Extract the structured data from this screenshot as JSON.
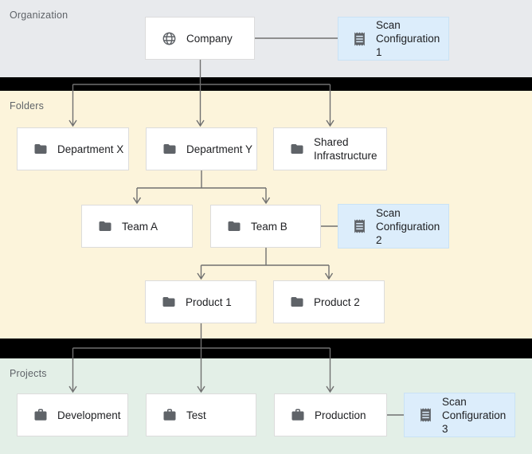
{
  "sections": {
    "organization": {
      "label": "Organization"
    },
    "folders": {
      "label": "Folders"
    },
    "projects": {
      "label": "Projects"
    }
  },
  "nodes": {
    "company": {
      "label": "Company",
      "icon": "globe-icon"
    },
    "scan_configuration_1": {
      "label": "Scan Configuration 1",
      "icon": "receipt-icon"
    },
    "department_x": {
      "label": "Department X",
      "icon": "folder-icon"
    },
    "department_y": {
      "label": "Department Y",
      "icon": "folder-icon"
    },
    "shared_infrastructure": {
      "label": "Shared Infrastructure",
      "icon": "folder-icon"
    },
    "team_a": {
      "label": "Team A",
      "icon": "folder-icon"
    },
    "team_b": {
      "label": "Team B",
      "icon": "folder-icon"
    },
    "scan_configuration_2": {
      "label": "Scan Configuration 2",
      "icon": "receipt-icon"
    },
    "product_1": {
      "label": "Product 1",
      "icon": "folder-icon"
    },
    "product_2": {
      "label": "Product 2",
      "icon": "folder-icon"
    },
    "development": {
      "label": "Development",
      "icon": "briefcase-icon"
    },
    "test": {
      "label": "Test",
      "icon": "briefcase-icon"
    },
    "production": {
      "label": "Production",
      "icon": "briefcase-icon"
    },
    "scan_configuration_3": {
      "label": "Scan Configuration 3",
      "icon": "receipt-icon"
    }
  },
  "edges": [
    {
      "from": "company",
      "to": "department_x",
      "arrow": true
    },
    {
      "from": "company",
      "to": "department_y",
      "arrow": true
    },
    {
      "from": "company",
      "to": "shared_infrastructure",
      "arrow": true
    },
    {
      "from": "company",
      "to": "scan_configuration_1",
      "arrow": false
    },
    {
      "from": "department_y",
      "to": "team_a",
      "arrow": true
    },
    {
      "from": "department_y",
      "to": "team_b",
      "arrow": true
    },
    {
      "from": "team_b",
      "to": "scan_configuration_2",
      "arrow": false
    },
    {
      "from": "team_b",
      "to": "product_1",
      "arrow": true
    },
    {
      "from": "team_b",
      "to": "product_2",
      "arrow": true
    },
    {
      "from": "product_1",
      "to": "development",
      "arrow": true
    },
    {
      "from": "product_1",
      "to": "test",
      "arrow": true
    },
    {
      "from": "product_1",
      "to": "production",
      "arrow": true
    },
    {
      "from": "production",
      "to": "scan_configuration_3",
      "arrow": false
    }
  ],
  "colors": {
    "organization_band": "#e8eaed",
    "folders_band": "#fcf4db",
    "projects_band": "#e3efe7",
    "separator": "#000000",
    "node_background": "#ffffff",
    "node_border": "#dcdcdc",
    "scan_node_background": "#dcedfb",
    "scan_node_border": "#c9e2f5",
    "connector_line": "#707070",
    "icon": "#5f6368",
    "node_text": "#202124",
    "band_label_text": "#5f6368"
  }
}
